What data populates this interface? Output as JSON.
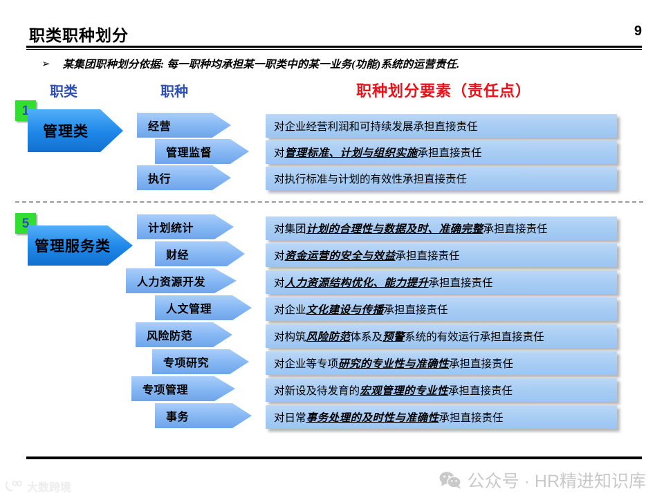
{
  "header": {
    "title": "职类职种划分",
    "page_number": "9"
  },
  "bullet": {
    "marker": "➢",
    "text": "某集团职种划分依据: 每一职种均承担某一职类中的某一业务(功能)系统的运营责任."
  },
  "columns": {
    "category": "职类",
    "family": "职种",
    "elements": "职种划分要素（责任点）"
  },
  "colors": {
    "heading_blue": "#2E4FB3",
    "heading_red": "#E8131A",
    "badge_green": "#33DE33",
    "arrow_category": "#1E86E8",
    "arrow_family": "#84B6F3",
    "bar_fill": "#A8CDF4"
  },
  "sections": [
    {
      "badge": "1",
      "category": "管理类",
      "families": [
        "经营",
        "管理监督",
        "执行"
      ],
      "responsibilities": [
        {
          "pre": "对企业经营利润和可持续发展承担直接责任",
          "em": "",
          "post": ""
        },
        {
          "pre": "对",
          "em": "管理标准、计划与组织实施",
          "post": "承担直接责任"
        },
        {
          "pre": "对执行标准与计划的有效性承担直接责任",
          "em": "",
          "post": ""
        }
      ]
    },
    {
      "badge": "5",
      "category": "管理服务类",
      "families": [
        "计划统计",
        "财经",
        "人力资源开发",
        "人文管理",
        "风险防范",
        "专项研究",
        "专项管理",
        "事务"
      ],
      "responsibilities": [
        {
          "pre": "对集团",
          "em": "计划的合理性与数据及时、准确完整",
          "post": "承担直接责任"
        },
        {
          "pre": "对",
          "em": "资金运营的安全与效益",
          "post": "承担直接责任"
        },
        {
          "pre": "对",
          "em": "人力资源结构优化、能力提升",
          "post": "承担直接责任"
        },
        {
          "pre": "对企业",
          "em": "文化建设与传播",
          "post": "承担直接责任"
        },
        {
          "pre": "对构筑",
          "em": "风险防范",
          "post": "体系及",
          "em2": "预警",
          "post2": "系统的有效运行承担直接责任"
        },
        {
          "pre": "对企业等专项",
          "em": "研究的专业性与准确性",
          "post": "承担直接责任"
        },
        {
          "pre": "对新设及待发育的",
          "em": "宏观管理的专业性",
          "post": "承担直接责任"
        },
        {
          "pre": "对日常",
          "em": "事务处理的及时性与准确性",
          "post": "承担直接责任"
        }
      ]
    }
  ],
  "footer": {
    "wechat_label": "公众号 · HR精进知识库",
    "brand": "大数跨境"
  }
}
